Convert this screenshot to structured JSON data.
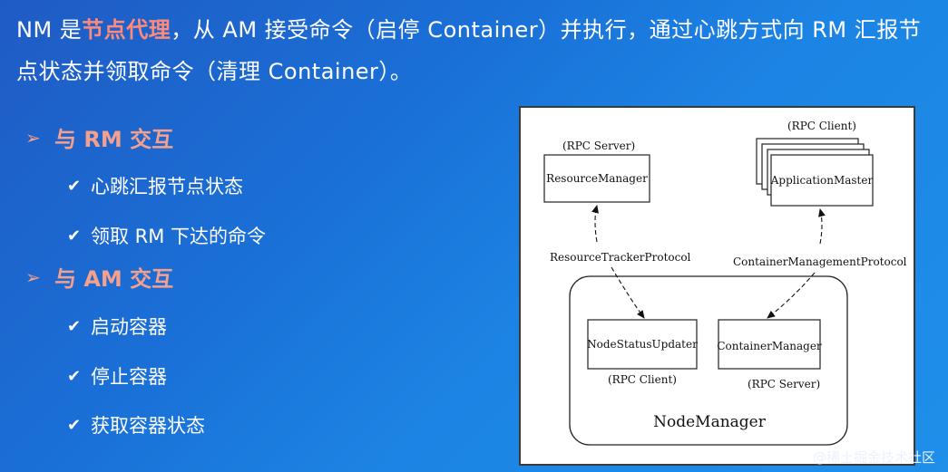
{
  "intro": {
    "part1": "NM 是",
    "highlight": "节点代理",
    "part2": "，从 AM 接受命令（启停 Container）并执行，通过心跳方式向 RM 汇报节点状态并领取命令（清理 Container）。"
  },
  "sections": [
    {
      "title": "与 RM 交互",
      "items": [
        "心跳汇报节点状态",
        "领取 RM 下达的命令"
      ]
    },
    {
      "title": "与 AM 交互",
      "items": [
        "启动容器",
        "停止容器",
        "获取容器状态"
      ]
    }
  ],
  "icons": {
    "section_marker": "arrow-right-icon",
    "bullet_marker": "check-icon"
  },
  "diagram": {
    "resource_manager": {
      "role": "(RPC Server)",
      "name": "ResourceManager"
    },
    "application_master": {
      "role": "(RPC Client)",
      "name": "ApplicationMaster"
    },
    "protocol_left": "ResourceTrackerProtocol",
    "protocol_right": "ContainerManagementProtocol",
    "node_status_updater": {
      "name": "NodeStatusUpdater",
      "role": "(RPC Client)"
    },
    "container_manager": {
      "name": "ContainerManager",
      "role": "(RPC Server)"
    },
    "node_manager": "NodeManager"
  },
  "watermark": "@稀土掘金技术社区",
  "colors": {
    "highlight": "#ff8a7a",
    "section_title": "#f4a08c",
    "text": "#ffffff"
  }
}
